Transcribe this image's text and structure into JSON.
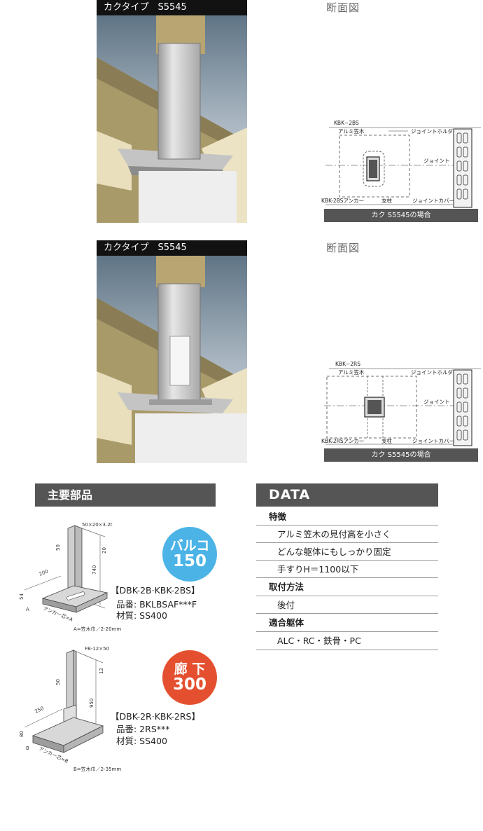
{
  "panels": [
    {
      "photo_title": "カクタイプ　S5545",
      "section_title": "断面図",
      "diagram": {
        "model": "KBK−2BS",
        "labels": {
          "top_left": "アルミ笠木",
          "top_right": "ジョイントホルダー",
          "mid_right": "ジョイント",
          "bottom_left": "KBK-2BSアンカー",
          "bottom_mid": "支柱",
          "bottom_right": "ジョイントカバー"
        }
      },
      "caption": "カク S5545の場合"
    },
    {
      "photo_title": "カクタイプ　S5545",
      "section_title": "断面図",
      "diagram": {
        "model": "KBK−2RS",
        "labels": {
          "top_left": "アルミ笠木",
          "top_right": "ジョイントホルダー",
          "mid_right": "ジョイント",
          "bottom_left": "KBK-2RSアンカー",
          "bottom_mid": "支柱",
          "bottom_right": "ジョイントカバー"
        }
      },
      "caption": "カク S5545の場合"
    }
  ],
  "main_parts": {
    "header": "主要部品",
    "parts": [
      {
        "badge_line1": "バルコ",
        "badge_line2": "150",
        "badge_color": "#4bb3e6",
        "dims": {
          "top": "50×20×3.2t",
          "d50": "50",
          "d20": "20",
          "d740": "740",
          "d200": "200",
          "d54": "54",
          "a": "A"
        },
        "anchor_label": "アンカー芯=A",
        "footnote": "A=笠木巾／2-20mm",
        "model": "【DBK-2B·KBK-2BS】",
        "part_no": "品番: BKLBSAF***F",
        "material": "材質: SS400"
      },
      {
        "badge_line1": "廊 下",
        "badge_line2": "300",
        "badge_color": "#e4502f",
        "dims": {
          "top": "FB-12×50",
          "d50": "50",
          "d12": "12",
          "d950": "950",
          "d250": "250",
          "d80": "80",
          "b": "B"
        },
        "anchor_label": "アンカー芯=B",
        "footnote": "B=笠木巾／2-35mm",
        "model": "【DBK-2R·KBK-2RS】",
        "part_no": "品番: 2RS***",
        "material": "材質: SS400"
      }
    ]
  },
  "data": {
    "header": "DATA",
    "sections": [
      {
        "title": "特徴",
        "items": [
          "アルミ笠木の見付高を小さく",
          "どんな躯体にもしっかり固定",
          "手すりH＝1100以下"
        ]
      },
      {
        "title": "取付方法",
        "items": [
          "後付"
        ]
      },
      {
        "title": "適合躯体",
        "items": [
          "ALC・RC・鉄骨・PC"
        ]
      }
    ]
  }
}
